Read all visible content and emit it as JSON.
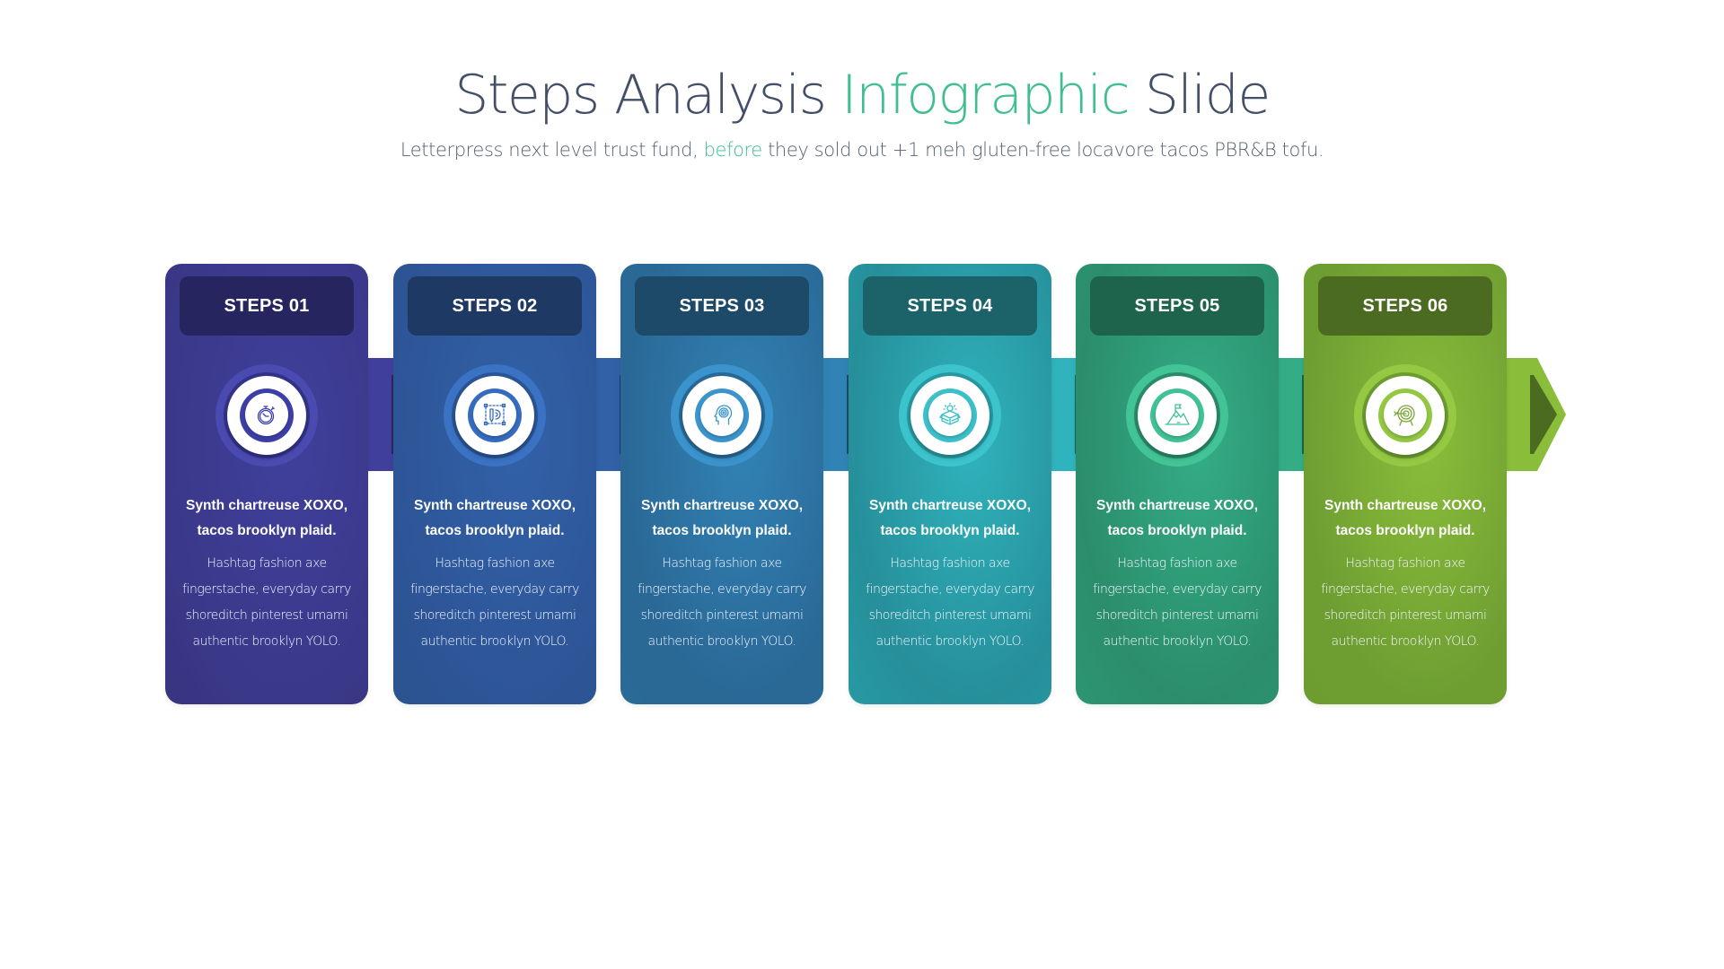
{
  "slide": {
    "title_part1": "Steps Analysis ",
    "title_accent": "Infographic",
    "title_part2": " Slide",
    "subtitle_part1": "Letterpress next level trust fund, ",
    "subtitle_accent": "before",
    "subtitle_part2": " they sold out +1 meh gluten-free locavore tacos PBR&B tofu.",
    "accent_color": "#3fbf90",
    "title_color": "#434f68"
  },
  "steps": [
    {
      "label": "STEPS 01",
      "icon": "stopwatch-icon",
      "heading": "Synth chartreuse XOXO, tacos brooklyn plaid.",
      "body": "Hashtag fashion axe fingerstache, everyday carry shoreditch pinterest umami authentic brooklyn YOLO.",
      "colors": {
        "top": "#3a3889",
        "mid": "#40409c",
        "bottom": "#37357f",
        "header": "#272560",
        "halo": "#4a4ab0",
        "ring": "#33338a",
        "inner": "#3d3fa8",
        "chev_dark": "#29285f"
      }
    },
    {
      "label": "STEPS 02",
      "icon": "design-pencil-icon",
      "heading": "Synth chartreuse XOXO, tacos brooklyn plaid.",
      "body": "Hashtag fashion axe fingerstache, everyday carry shoreditch pinterest umami authentic brooklyn YOLO.",
      "colors": {
        "top": "#2d5597",
        "mid": "#3261a8",
        "bottom": "#2b548e",
        "header": "#1f3965",
        "halo": "#3a72c4",
        "ring": "#2b5596",
        "inner": "#356cc0",
        "chev_dark": "#1f3a66"
      }
    },
    {
      "label": "STEPS 03",
      "icon": "brain-head-icon",
      "heading": "Synth chartreuse XOXO, tacos brooklyn plaid.",
      "body": "Hashtag fashion axe fingerstache, everyday carry shoreditch pinterest umami authentic brooklyn YOLO.",
      "colors": {
        "top": "#2a6896",
        "mid": "#3183b5",
        "bottom": "#2a6a97",
        "header": "#1d4a68",
        "halo": "#3a93cc",
        "ring": "#296a98",
        "inner": "#3b95cd",
        "chev_dark": "#1d4a68"
      }
    },
    {
      "label": "STEPS 04",
      "icon": "idea-box-icon",
      "heading": "Synth chartreuse XOXO, tacos brooklyn plaid.",
      "body": "Hashtag fashion axe fingerstache, everyday carry shoreditch pinterest umami authentic brooklyn YOLO.",
      "colors": {
        "top": "#268f9a",
        "mid": "#2fb3bd",
        "bottom": "#279aa3",
        "header": "#1b6368",
        "halo": "#3cc3cc",
        "ring": "#279aa2",
        "inner": "#3bc0ca",
        "chev_dark": "#1b6368"
      }
    },
    {
      "label": "STEPS 05",
      "icon": "mountain-flag-icon",
      "heading": "Synth chartreuse XOXO, tacos brooklyn plaid.",
      "body": "Hashtag fashion axe fingerstache, everyday carry shoreditch pinterest umami authentic brooklyn YOLO.",
      "colors": {
        "top": "#2b8d6c",
        "mid": "#34ad86",
        "bottom": "#2d9673",
        "header": "#1e634c",
        "halo": "#43c497",
        "ring": "#2b8d6d",
        "inner": "#41c197",
        "chev_dark": "#1e634c"
      }
    },
    {
      "label": "STEPS 06",
      "icon": "target-arrow-icon",
      "heading": "Synth chartreuse XOXO, tacos brooklyn plaid.",
      "body": "Hashtag fashion axe fingerstache, everyday carry shoreditch pinterest umami authentic brooklyn YOLO.",
      "colors": {
        "top": "#6e9e32",
        "mid": "#8abd3a",
        "bottom": "#6f9c2f",
        "header": "#4b6b21",
        "halo": "#95c944",
        "ring": "#6e9e30",
        "inner": "#94c843",
        "chev_dark": "#4b6b21"
      }
    }
  ]
}
